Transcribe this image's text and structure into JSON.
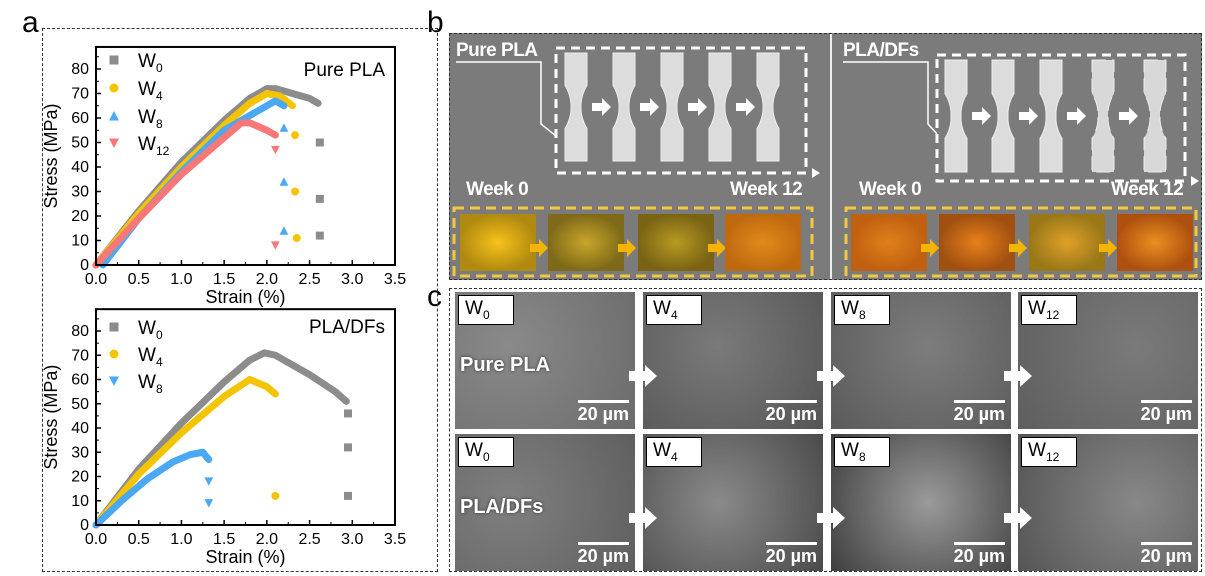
{
  "panel_labels": {
    "a": "a",
    "b": "b",
    "c": "c"
  },
  "chart_data": [
    {
      "type": "scatter",
      "title": "Pure PLA",
      "xlabel": "Strain (%)",
      "ylabel": "Stress (MPa)",
      "xlim": [
        0,
        3.5
      ],
      "ylim": [
        0,
        89
      ],
      "xticks": [
        "0.0",
        "0.5",
        "1.0",
        "1.5",
        "2.0",
        "2.5",
        "3.0",
        "3.5"
      ],
      "yticks": [
        "0",
        "10",
        "20",
        "30",
        "40",
        "50",
        "60",
        "70",
        "80"
      ],
      "legend_position": "top-left",
      "series": [
        {
          "name": "W",
          "sub": "0",
          "color": "#8c8c8c",
          "marker": "square",
          "curve": [
            [
              0,
              0
            ],
            [
              0.5,
              22
            ],
            [
              1.0,
              42
            ],
            [
              1.5,
              59
            ],
            [
              1.8,
              68
            ],
            [
              2.0,
              72
            ],
            [
              2.1,
              72
            ],
            [
              2.3,
              70
            ],
            [
              2.5,
              68
            ],
            [
              2.6,
              66
            ]
          ],
          "drops": [
            [
              2.62,
              50
            ],
            [
              2.62,
              27
            ],
            [
              2.62,
              12
            ]
          ]
        },
        {
          "name": "W",
          "sub": "4",
          "color": "#f5c400",
          "marker": "circle",
          "curve": [
            [
              0,
              0
            ],
            [
              0.5,
              21
            ],
            [
              1.0,
              40
            ],
            [
              1.5,
              57
            ],
            [
              1.8,
              66
            ],
            [
              2.0,
              70
            ],
            [
              2.15,
              69
            ],
            [
              2.3,
              65
            ]
          ],
          "drops": [
            [
              2.33,
              53
            ],
            [
              2.33,
              30
            ],
            [
              2.35,
              11
            ]
          ]
        },
        {
          "name": "W",
          "sub": "8",
          "color": "#4aa8f5",
          "marker": "triangle-up",
          "curve": [
            [
              0.08,
              0
            ],
            [
              0.5,
              19
            ],
            [
              1.0,
              38
            ],
            [
              1.5,
              55
            ],
            [
              1.8,
              61
            ],
            [
              2.0,
              65
            ],
            [
              2.1,
              67
            ],
            [
              2.2,
              65
            ]
          ],
          "drops": [
            [
              2.2,
              56
            ],
            [
              2.2,
              34
            ],
            [
              2.2,
              14
            ]
          ]
        },
        {
          "name": "W",
          "sub": "12",
          "color": "#f87878",
          "marker": "triangle-down",
          "curve": [
            [
              0,
              0
            ],
            [
              0.5,
              19
            ],
            [
              1.0,
              37
            ],
            [
              1.5,
              52
            ],
            [
              1.7,
              58
            ],
            [
              1.8,
              58
            ],
            [
              2.0,
              55
            ],
            [
              2.1,
              53
            ]
          ],
          "drops": [
            [
              2.1,
              47
            ],
            [
              2.1,
              8
            ]
          ]
        }
      ]
    },
    {
      "type": "scatter",
      "title": "PLA/DFs",
      "xlabel": "Strain (%)",
      "ylabel": "Stress (MPa)",
      "xlim": [
        0,
        3.5
      ],
      "ylim": [
        0,
        89
      ],
      "xticks": [
        "0.0",
        "0.5",
        "1.0",
        "1.5",
        "2.0",
        "2.5",
        "3.0",
        "3.5"
      ],
      "yticks": [
        "0",
        "10",
        "20",
        "30",
        "40",
        "50",
        "60",
        "70",
        "80"
      ],
      "legend_position": "top-left",
      "series": [
        {
          "name": "W",
          "sub": "0",
          "color": "#8c8c8c",
          "marker": "square",
          "curve": [
            [
              0,
              0
            ],
            [
              0.5,
              23
            ],
            [
              1.0,
              42
            ],
            [
              1.5,
              59
            ],
            [
              1.8,
              68
            ],
            [
              1.97,
              71
            ],
            [
              2.1,
              70
            ],
            [
              2.5,
              62
            ],
            [
              2.8,
              55
            ],
            [
              2.93,
              51
            ]
          ],
          "drops": [
            [
              2.95,
              46
            ],
            [
              2.95,
              32
            ],
            [
              2.95,
              12
            ]
          ]
        },
        {
          "name": "W",
          "sub": "4",
          "color": "#f5c400",
          "marker": "circle",
          "curve": [
            [
              0,
              0
            ],
            [
              0.5,
              21
            ],
            [
              1.0,
              38
            ],
            [
              1.5,
              53
            ],
            [
              1.8,
              60
            ],
            [
              2.0,
              57
            ],
            [
              2.1,
              54
            ]
          ],
          "drops": [
            [
              2.1,
              12
            ]
          ]
        },
        {
          "name": "W",
          "sub": "8",
          "color": "#4aa8f5",
          "marker": "triangle-down",
          "curve": [
            [
              0,
              0
            ],
            [
              0.3,
              10
            ],
            [
              0.6,
              19
            ],
            [
              0.9,
              26
            ],
            [
              1.1,
              29
            ],
            [
              1.25,
              30
            ],
            [
              1.32,
              27
            ]
          ],
          "drops": [
            [
              1.32,
              18
            ],
            [
              1.32,
              9
            ]
          ]
        }
      ]
    }
  ],
  "panel_b": {
    "left": {
      "title": "Pure PLA",
      "start": "Week 0",
      "end": "Week 12"
    },
    "right": {
      "title": "PLA/DFs",
      "start": "Week 0",
      "end": "Week 12"
    }
  },
  "panel_c": {
    "rows": [
      {
        "label": "Pure PLA"
      },
      {
        "label": "PLA/DFs"
      }
    ],
    "columns": [
      {
        "base": "W",
        "sub": "0"
      },
      {
        "base": "W",
        "sub": "4"
      },
      {
        "base": "W",
        "sub": "8"
      },
      {
        "base": "W",
        "sub": "12"
      }
    ],
    "scale_bar": "20 µm"
  }
}
